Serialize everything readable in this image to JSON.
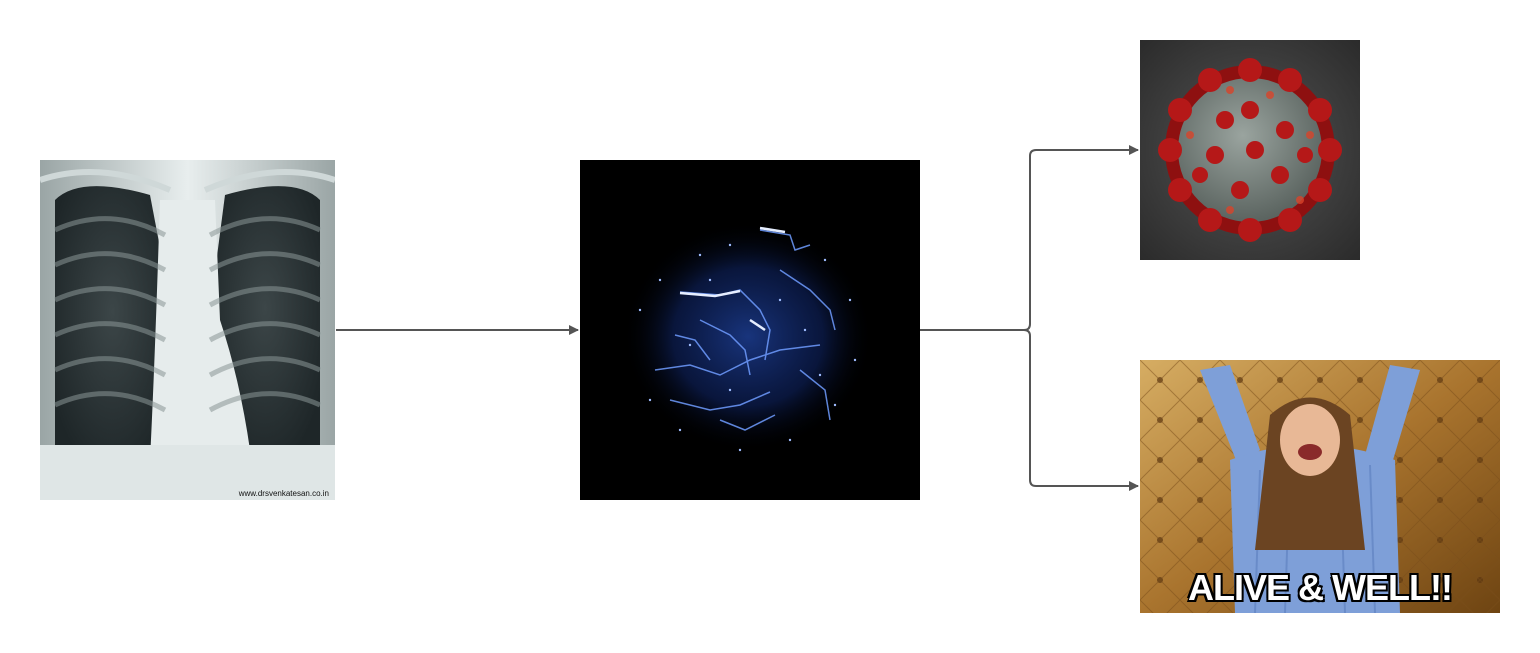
{
  "nodes": {
    "xray": {
      "watermark": "www.drsvenkatesan.co.in"
    },
    "network": {},
    "virus": {},
    "happy": {
      "caption": "ALIVE & WELL!!"
    }
  },
  "colors": {
    "connector": "#555555",
    "network_glow": "#4a7dff",
    "virus_red": "#b01515",
    "virus_grey": "#7a8580",
    "happy_shirt": "#7e9fd8",
    "happy_wall": "#c49a52"
  },
  "icons": [
    "chest-xray-image",
    "neural-network-image",
    "coronavirus-image",
    "celebrating-person-image"
  ]
}
